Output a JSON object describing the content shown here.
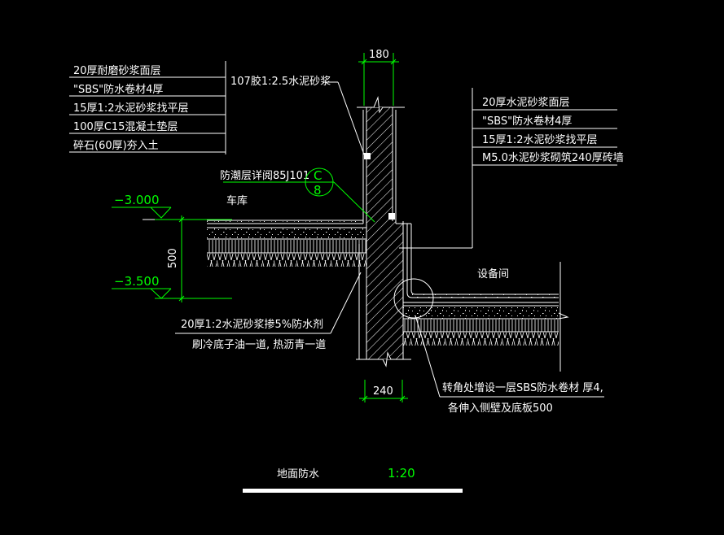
{
  "colors": {
    "background": "#000000",
    "linework": "#ffffff",
    "dimension": "#00ff00"
  },
  "left_layers": [
    "20厚耐磨砂浆面层",
    "\"SBS\"防水卷材4厚",
    "15厚1:2水泥砂浆找平层",
    "100厚C15混凝土垫层",
    "碎石(60厚)夯入土"
  ],
  "right_layers": [
    "20厚水泥砂浆面层",
    "\"SBS\"防水卷材4厚",
    "15厚1:2水泥砂浆找平层",
    "M5.0水泥砂浆砌筑240厚砖墙"
  ],
  "labels": {
    "mortar_note": "107胶1:2.5水泥砂浆",
    "damp_proof": "防潮层详阅85J101",
    "detail_ref_top": "C",
    "detail_ref_bottom": "8",
    "garage": "车库",
    "equipment_room": "设备间",
    "waterproof_note_line1": "20厚1:2水泥砂浆掺5%防水剂",
    "waterproof_note_line2": "刷冷底子油一道, 热沥青一道",
    "corner_note_line1": "转角处增设一层SBS防水卷材 厚4,",
    "corner_note_line2": "各伸入侧壁及底板500"
  },
  "dimensions": {
    "top_width": "180",
    "bottom_width": "240",
    "height_diff": "500",
    "elev_upper": "−3.000",
    "elev_lower": "−3.500"
  },
  "title": {
    "text": "地面防水",
    "scale": "1:20"
  }
}
